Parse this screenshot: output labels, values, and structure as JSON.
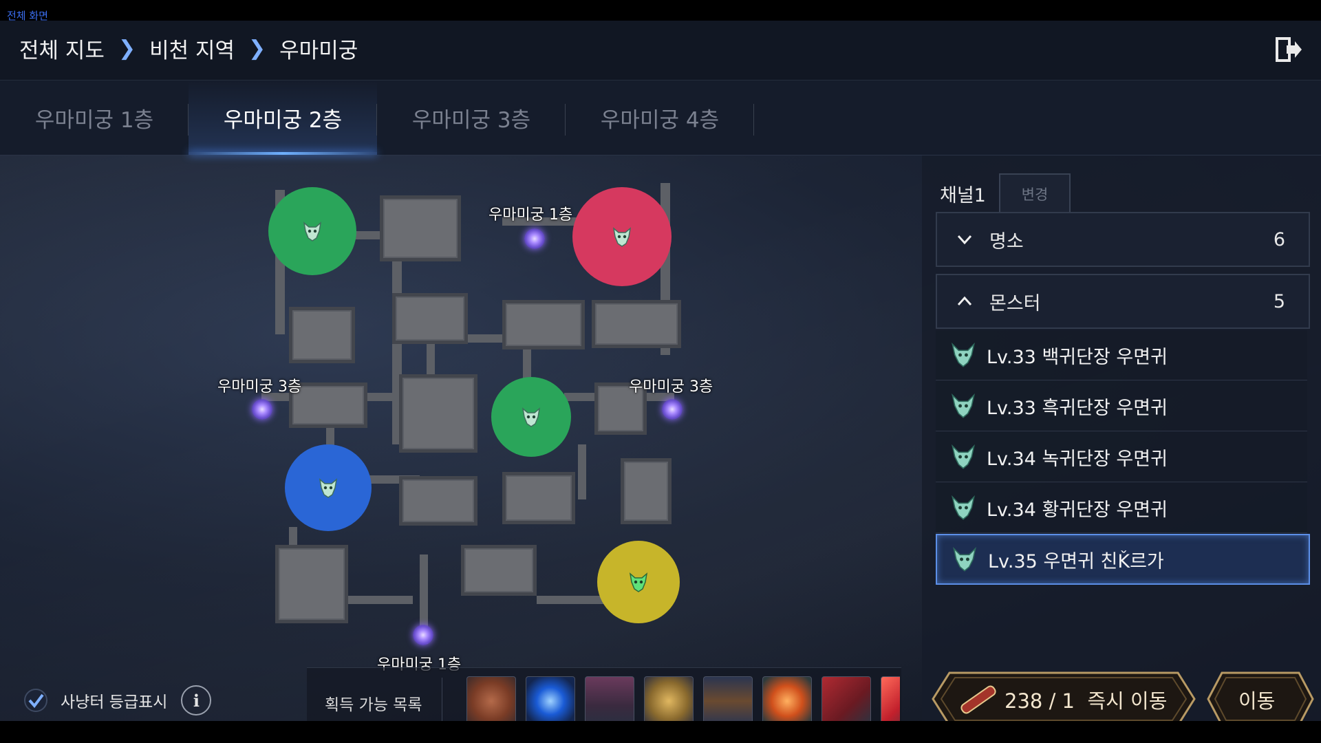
{
  "screen_label": "전체 화면",
  "breadcrumb": [
    "전체 지도",
    "비천 지역",
    "우마미궁"
  ],
  "tabs": [
    {
      "label": "우마미궁 1층",
      "active": false
    },
    {
      "label": "우마미궁 2층",
      "active": true
    },
    {
      "label": "우마미궁 3층",
      "active": false
    },
    {
      "label": "우마미궁 4층",
      "active": false
    }
  ],
  "map": {
    "labels": {
      "portal_top": "우마미궁 1층",
      "portal_left": "우마미궁 3층",
      "portal_right": "우마미궁 3층",
      "portal_bottom": "우마미궁 1층"
    },
    "zone_colors": {
      "green": "#2aa55a",
      "red": "#d6395f",
      "blue": "#2a66d6",
      "yellow": "#c7b52a"
    }
  },
  "panel": {
    "channel": "채널1",
    "change_label": "변경",
    "sections": [
      {
        "label": "명소",
        "count": "6",
        "expanded": false
      },
      {
        "label": "몬스터",
        "count": "5",
        "expanded": true
      }
    ],
    "monsters": [
      {
        "name": "Lv.33 백귀단장 우면귀",
        "selected": false
      },
      {
        "name": "Lv.33 흑귀단장 우면귀",
        "selected": false
      },
      {
        "name": "Lv.34 녹귀단장 우면귀",
        "selected": false
      },
      {
        "name": "Lv.34 황귀단장 우면귀",
        "selected": false
      },
      {
        "name": "Lv.35 우면귀 친Ǩ르가",
        "selected": true
      }
    ]
  },
  "bottom": {
    "show_grade_label": "사냥터 등급표시",
    "show_grade_checked": true,
    "loot_label": "획득 가능 목록",
    "teleport_label": "238 / 1  즉시 이동",
    "move_label": "이동"
  },
  "colors": {
    "accent": "#5c8fe8",
    "button_border": "#b89a64"
  }
}
